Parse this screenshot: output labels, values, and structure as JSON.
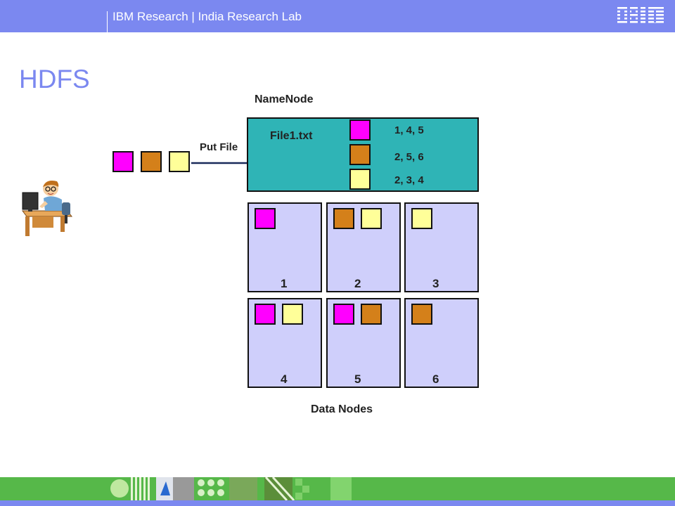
{
  "header": {
    "text": "IBM Research  |  India Research Lab",
    "logo_text": "IBM",
    "color": "#7b88f0"
  },
  "slide": {
    "title": "HDFS"
  },
  "diagram": {
    "namenode_label": "NameNode",
    "put_file_label": "Put File",
    "file_name": "File1.txt",
    "block_map": [
      "1, 4, 5",
      "2, 5, 6",
      "2, 3, 4"
    ],
    "datanodes_label": "Data Nodes",
    "datanodes": [
      {
        "label": "1",
        "blocks": [
          "block1"
        ]
      },
      {
        "label": "2",
        "blocks": [
          "block2",
          "block3"
        ]
      },
      {
        "label": "3",
        "blocks": [
          "block3"
        ]
      },
      {
        "label": "4",
        "blocks": [
          "block1",
          "block3"
        ]
      },
      {
        "label": "5",
        "blocks": [
          "block1",
          "block2"
        ]
      },
      {
        "label": "6",
        "blocks": [
          "block2"
        ]
      }
    ],
    "block_colors": {
      "block1": "#ff00ff",
      "block2": "#d4801a",
      "block3": "#ffff99"
    }
  },
  "footer": {
    "color": "#56b849"
  }
}
